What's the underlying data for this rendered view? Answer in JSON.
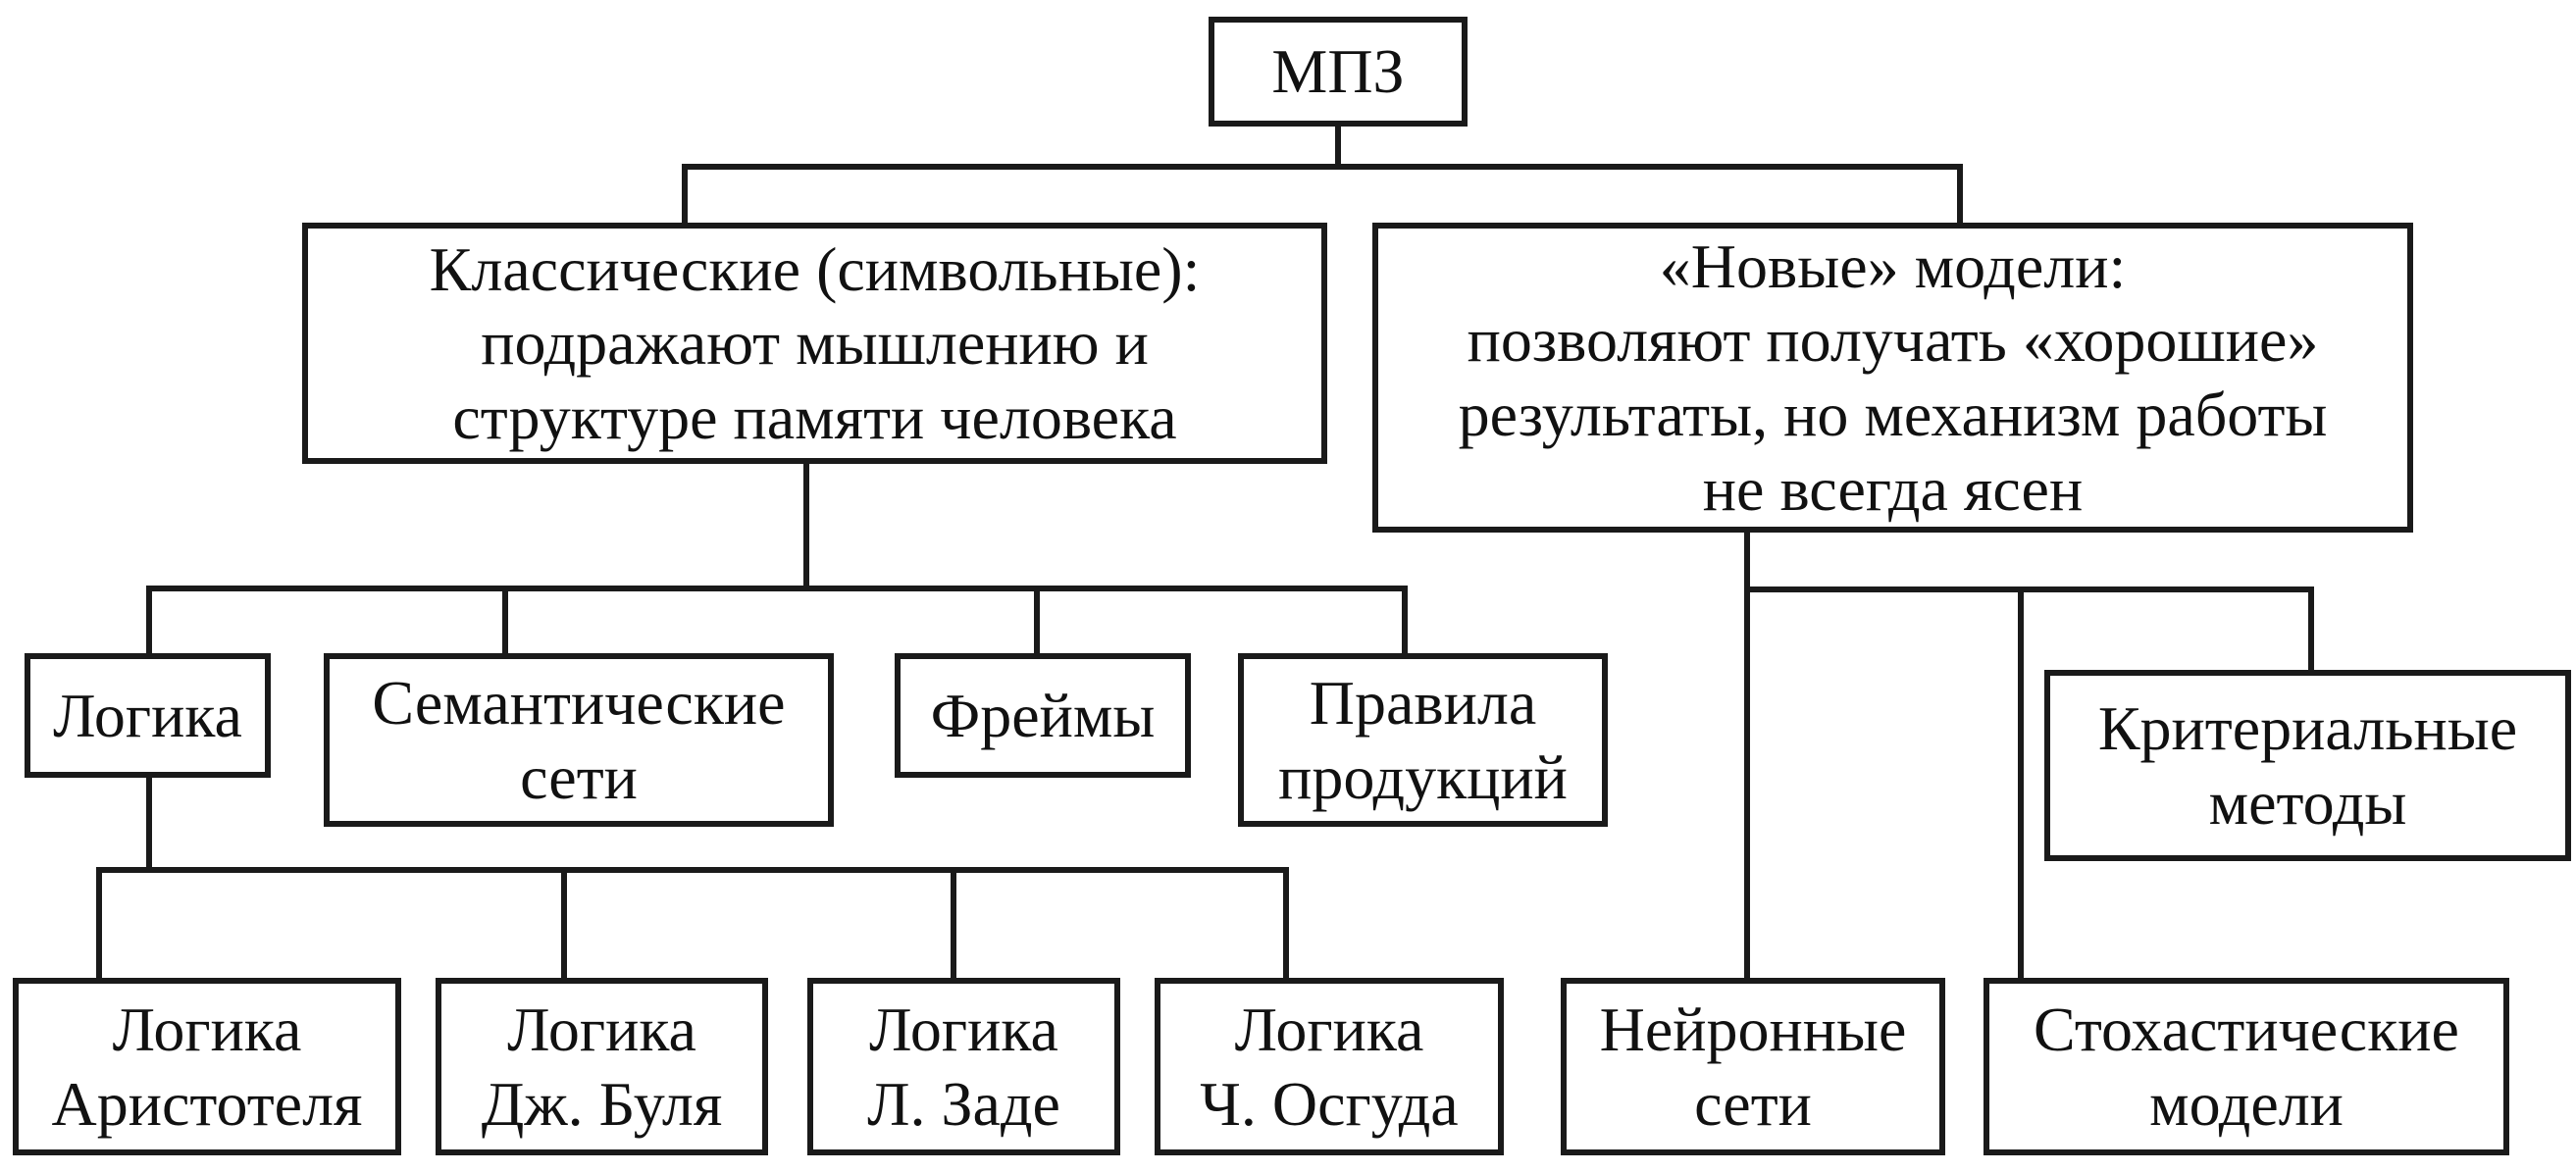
{
  "root": {
    "label": "МПЗ"
  },
  "classic": {
    "lines": [
      "Классические (символьные):",
      "подражают мышлению и",
      "структуре памяти человека"
    ]
  },
  "new_models": {
    "lines": [
      "«Новые» модели:",
      "позволяют получать «хорошие»",
      "результаты, но механизм работы",
      "не всегда ясен"
    ]
  },
  "classic_children": {
    "logic": {
      "lines": [
        "Логика"
      ]
    },
    "semantic": {
      "lines": [
        "Семантические",
        "сети"
      ]
    },
    "frames": {
      "lines": [
        "Фреймы"
      ]
    },
    "production": {
      "lines": [
        "Правила",
        "продукций"
      ]
    }
  },
  "logic_children": {
    "aristotle": {
      "lines": [
        "Логика",
        "Аристотеля"
      ]
    },
    "boole": {
      "lines": [
        "Логика",
        "Дж. Буля"
      ]
    },
    "zadeh": {
      "lines": [
        "Логика",
        "Л. Заде"
      ]
    },
    "osgood": {
      "lines": [
        "Логика",
        "Ч. Осгуда"
      ]
    }
  },
  "new_children": {
    "criterial": {
      "lines": [
        "Критериальные",
        "методы"
      ]
    },
    "neural": {
      "lines": [
        "Нейронные",
        "сети"
      ]
    },
    "stochastic": {
      "lines": [
        "Стохастические",
        "модели"
      ]
    }
  }
}
